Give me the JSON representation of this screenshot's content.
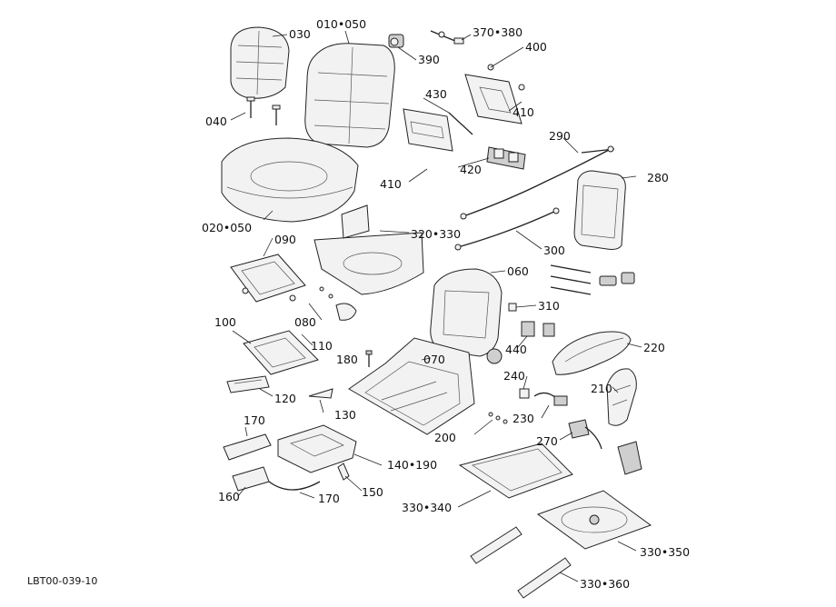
{
  "diagram": {
    "callouts": [
      {
        "id": "c030",
        "text": "030"
      },
      {
        "id": "c010050",
        "text": "010•050"
      },
      {
        "id": "c390",
        "text": "390"
      },
      {
        "id": "c370380",
        "text": "370•380"
      },
      {
        "id": "c400",
        "text": "400"
      },
      {
        "id": "c430",
        "text": "430"
      },
      {
        "id": "c410a",
        "text": "410"
      },
      {
        "id": "c040",
        "text": "040"
      },
      {
        "id": "c290",
        "text": "290"
      },
      {
        "id": "c420",
        "text": "420"
      },
      {
        "id": "c410b",
        "text": "410"
      },
      {
        "id": "c280",
        "text": "280"
      },
      {
        "id": "c020050",
        "text": "020•050"
      },
      {
        "id": "c320330",
        "text": "320•330"
      },
      {
        "id": "c090",
        "text": "090"
      },
      {
        "id": "c300",
        "text": "300"
      },
      {
        "id": "c060",
        "text": "060"
      },
      {
        "id": "c310",
        "text": "310"
      },
      {
        "id": "c080",
        "text": "080"
      },
      {
        "id": "c100",
        "text": "100"
      },
      {
        "id": "c110",
        "text": "110"
      },
      {
        "id": "c440",
        "text": "440"
      },
      {
        "id": "c220",
        "text": "220"
      },
      {
        "id": "c180",
        "text": "180"
      },
      {
        "id": "c070",
        "text": "070"
      },
      {
        "id": "c240",
        "text": "240"
      },
      {
        "id": "c210",
        "text": "210"
      },
      {
        "id": "c120",
        "text": "120"
      },
      {
        "id": "c130",
        "text": "130"
      },
      {
        "id": "c230",
        "text": "230"
      },
      {
        "id": "c170a",
        "text": "170"
      },
      {
        "id": "c200",
        "text": "200"
      },
      {
        "id": "c270",
        "text": "270"
      },
      {
        "id": "c140190",
        "text": "140•190"
      },
      {
        "id": "c150",
        "text": "150"
      },
      {
        "id": "c160",
        "text": "160"
      },
      {
        "id": "c170b",
        "text": "170"
      },
      {
        "id": "c330340",
        "text": "330•340"
      },
      {
        "id": "c330350",
        "text": "330•350"
      },
      {
        "id": "c330360",
        "text": "330•360"
      }
    ],
    "document_id": "LBT00-039-10"
  }
}
